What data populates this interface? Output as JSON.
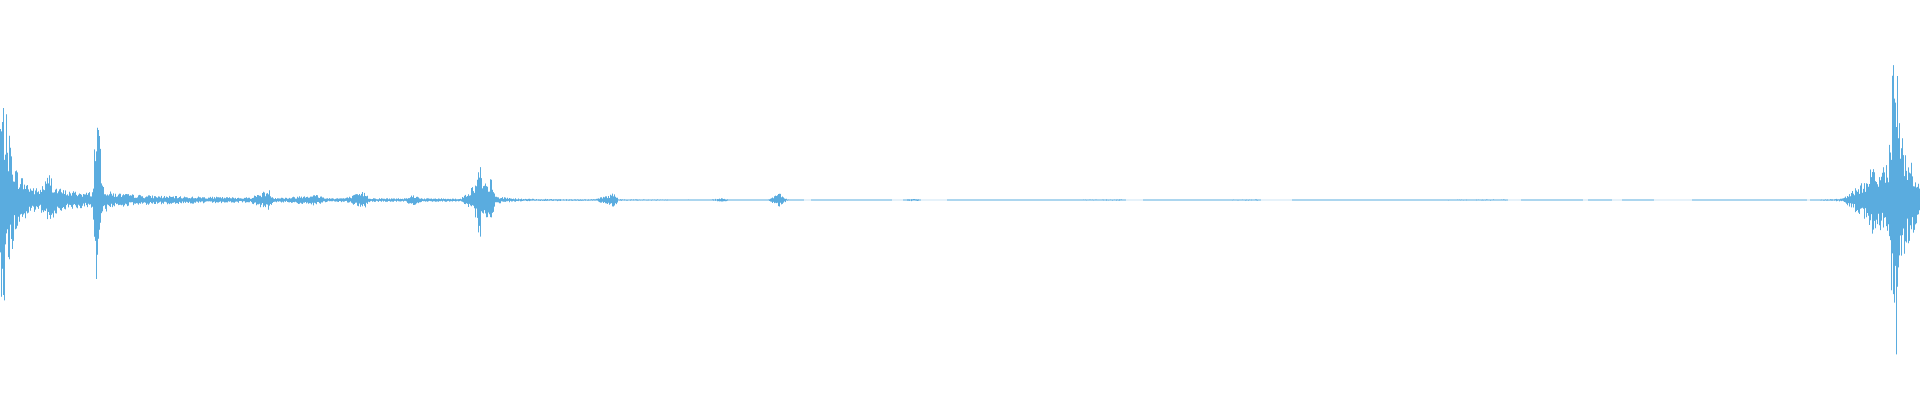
{
  "waveform": {
    "color": "#5aacdf",
    "background": "#ffffff",
    "envelope": [
      [
        0.0,
        0.52
      ],
      [
        0.002,
        0.55
      ],
      [
        0.004,
        0.4
      ],
      [
        0.006,
        0.3
      ],
      [
        0.008,
        0.18
      ],
      [
        0.012,
        0.12
      ],
      [
        0.016,
        0.08
      ],
      [
        0.02,
        0.06
      ],
      [
        0.024,
        0.12
      ],
      [
        0.026,
        0.16
      ],
      [
        0.028,
        0.08
      ],
      [
        0.032,
        0.06
      ],
      [
        0.036,
        0.05
      ],
      [
        0.04,
        0.05
      ],
      [
        0.044,
        0.04
      ],
      [
        0.048,
        0.05
      ],
      [
        0.05,
        0.58
      ],
      [
        0.051,
        0.5
      ],
      [
        0.053,
        0.1
      ],
      [
        0.056,
        0.05
      ],
      [
        0.06,
        0.04
      ],
      [
        0.07,
        0.03
      ],
      [
        0.08,
        0.025
      ],
      [
        0.09,
        0.022
      ],
      [
        0.1,
        0.02
      ],
      [
        0.11,
        0.018
      ],
      [
        0.12,
        0.016
      ],
      [
        0.13,
        0.015
      ],
      [
        0.14,
        0.06
      ],
      [
        0.142,
        0.015
      ],
      [
        0.15,
        0.014
      ],
      [
        0.16,
        0.03
      ],
      [
        0.165,
        0.03
      ],
      [
        0.17,
        0.012
      ],
      [
        0.18,
        0.012
      ],
      [
        0.19,
        0.05
      ],
      [
        0.192,
        0.012
      ],
      [
        0.2,
        0.01
      ],
      [
        0.21,
        0.01
      ],
      [
        0.215,
        0.03
      ],
      [
        0.22,
        0.01
      ],
      [
        0.23,
        0.01
      ],
      [
        0.24,
        0.008
      ],
      [
        0.248,
        0.1
      ],
      [
        0.25,
        0.24
      ],
      [
        0.251,
        0.08
      ],
      [
        0.256,
        0.12
      ],
      [
        0.258,
        0.02
      ],
      [
        0.27,
        0.008
      ],
      [
        0.28,
        0.006
      ],
      [
        0.29,
        0.006
      ],
      [
        0.3,
        0.005
      ],
      [
        0.31,
        0.005
      ],
      [
        0.32,
        0.04
      ],
      [
        0.322,
        0.005
      ],
      [
        0.33,
        0.004
      ],
      [
        0.34,
        0.004
      ],
      [
        0.35,
        0.003
      ],
      [
        0.36,
        0.003
      ],
      [
        0.37,
        0.002
      ],
      [
        0.376,
        0.012
      ],
      [
        0.38,
        0.002
      ],
      [
        0.385,
        0.003
      ],
      [
        0.39,
        0.002
      ],
      [
        0.4,
        0.002
      ],
      [
        0.406,
        0.04
      ],
      [
        0.41,
        0.004
      ],
      [
        0.415,
        0.002
      ],
      [
        0.42,
        0.0
      ],
      [
        0.434,
        0.003
      ],
      [
        0.436,
        0.003
      ],
      [
        0.47,
        0.0
      ],
      [
        0.474,
        0.006
      ],
      [
        0.478,
        0.006
      ],
      [
        0.48,
        0.0
      ],
      [
        0.585,
        0.004
      ],
      [
        0.587,
        0.0
      ],
      [
        0.655,
        0.004
      ],
      [
        0.657,
        0.0
      ],
      [
        0.784,
        0.004
      ],
      [
        0.786,
        0.0
      ],
      [
        0.823,
        0.003
      ],
      [
        0.825,
        0.0
      ],
      [
        0.838,
        0.003
      ],
      [
        0.84,
        0.0
      ],
      [
        0.86,
        0.002
      ],
      [
        0.862,
        0.0
      ],
      [
        0.94,
        0.002
      ],
      [
        0.942,
        0.0
      ],
      [
        0.95,
        0.004
      ],
      [
        0.956,
        0.006
      ],
      [
        0.96,
        0.01
      ],
      [
        0.964,
        0.04
      ],
      [
        0.968,
        0.08
      ],
      [
        0.972,
        0.12
      ],
      [
        0.976,
        0.2
      ],
      [
        0.98,
        0.18
      ],
      [
        0.984,
        0.25
      ],
      [
        0.986,
        0.7
      ],
      [
        0.988,
        0.85
      ],
      [
        0.99,
        0.4
      ],
      [
        0.993,
        0.26
      ],
      [
        0.996,
        0.2
      ],
      [
        1.0,
        0.15
      ]
    ]
  }
}
